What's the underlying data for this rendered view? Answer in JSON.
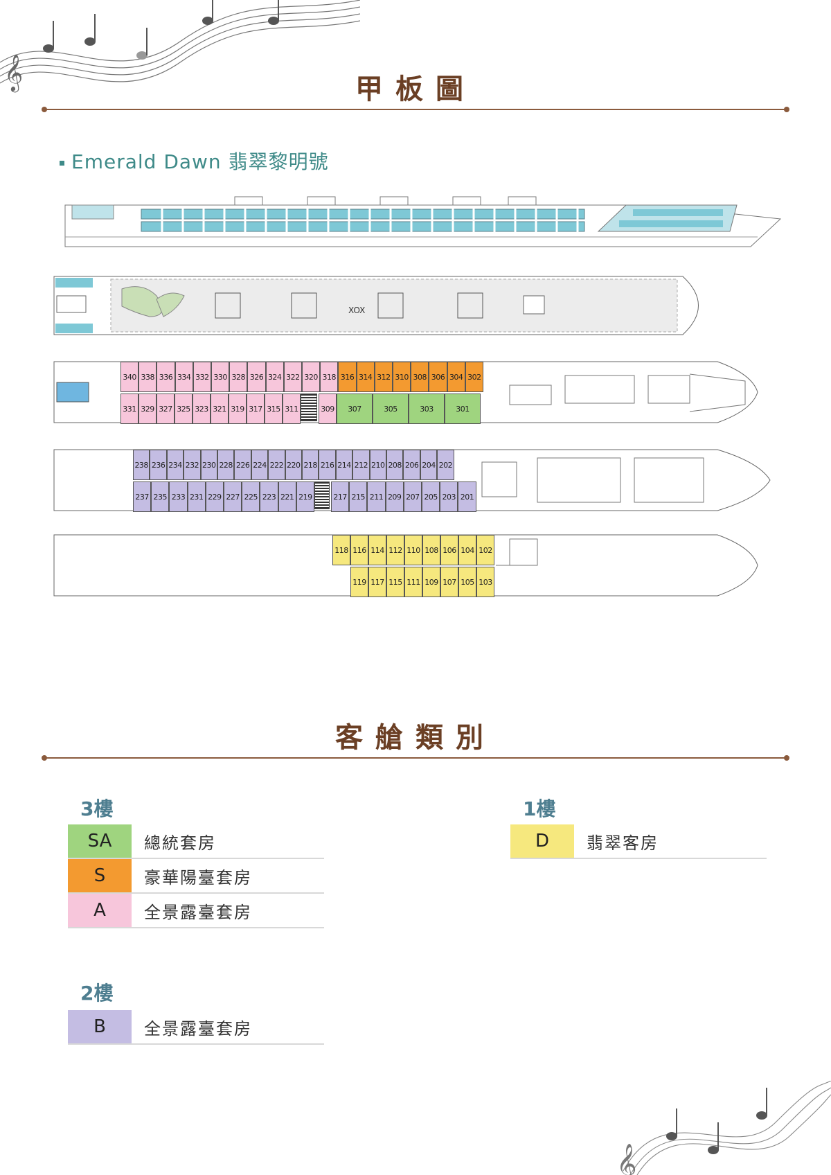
{
  "deck_plan": {
    "title": "甲板圖",
    "ship_name": "Emerald Dawn 翡翠黎明號"
  },
  "colors": {
    "brown": "#6b3f24",
    "teal": "#3e8a88",
    "A": "#f7c6db",
    "S": "#f39a30",
    "SA": "#9fd47f",
    "B": "#c4bde3",
    "D": "#f6e87e"
  },
  "deck3": {
    "top_row": [
      {
        "n": "340",
        "t": "A"
      },
      {
        "n": "338",
        "t": "A"
      },
      {
        "n": "336",
        "t": "A"
      },
      {
        "n": "334",
        "t": "A"
      },
      {
        "n": "332",
        "t": "A"
      },
      {
        "n": "330",
        "t": "A"
      },
      {
        "n": "328",
        "t": "A"
      },
      {
        "n": "326",
        "t": "A"
      },
      {
        "n": "324",
        "t": "A"
      },
      {
        "n": "322",
        "t": "A"
      },
      {
        "n": "320",
        "t": "A"
      },
      {
        "n": "318",
        "t": "A"
      },
      {
        "n": "316",
        "t": "S"
      },
      {
        "n": "314",
        "t": "S"
      },
      {
        "n": "312",
        "t": "S"
      },
      {
        "n": "310",
        "t": "S"
      },
      {
        "n": "308",
        "t": "S"
      },
      {
        "n": "306",
        "t": "S"
      },
      {
        "n": "304",
        "t": "S"
      },
      {
        "n": "302",
        "t": "S"
      }
    ],
    "bottom_row": [
      {
        "n": "331",
        "t": "A"
      },
      {
        "n": "329",
        "t": "A"
      },
      {
        "n": "327",
        "t": "A"
      },
      {
        "n": "325",
        "t": "A"
      },
      {
        "n": "323",
        "t": "A"
      },
      {
        "n": "321",
        "t": "A"
      },
      {
        "n": "319",
        "t": "A"
      },
      {
        "n": "317",
        "t": "A"
      },
      {
        "n": "315",
        "t": "A"
      },
      {
        "n": "311",
        "t": "A"
      },
      {
        "n": "309",
        "t": "A"
      },
      {
        "n": "307",
        "t": "SA"
      },
      {
        "n": "305",
        "t": "SA"
      },
      {
        "n": "303",
        "t": "SA"
      },
      {
        "n": "301",
        "t": "SA"
      }
    ]
  },
  "deck2": {
    "top_row": [
      "238",
      "236",
      "234",
      "232",
      "230",
      "228",
      "226",
      "224",
      "222",
      "220",
      "218",
      "216",
      "214",
      "212",
      "210",
      "208",
      "206",
      "204",
      "202"
    ],
    "bottom_row_left": [
      "237",
      "235",
      "233",
      "231",
      "229",
      "227",
      "225",
      "223",
      "221",
      "219"
    ],
    "bottom_row_right": [
      "217",
      "215",
      "211",
      "209",
      "207",
      "205",
      "203",
      "201"
    ]
  },
  "deck1": {
    "top_row": [
      "118",
      "116",
      "114",
      "112",
      "110",
      "108",
      "106",
      "104",
      "102"
    ],
    "bottom_row": [
      "119",
      "117",
      "115",
      "111",
      "109",
      "107",
      "105",
      "103"
    ]
  },
  "cabin_types": {
    "title": "客艙類別",
    "floor3": {
      "label": "3樓",
      "rows": [
        {
          "code": "SA",
          "name": "總統套房",
          "color": "#9fd47f"
        },
        {
          "code": "S",
          "name": "豪華陽臺套房",
          "color": "#f39a30"
        },
        {
          "code": "A",
          "name": "全景露臺套房",
          "color": "#f7c6db"
        }
      ]
    },
    "floor2": {
      "label": "2樓",
      "rows": [
        {
          "code": "B",
          "name": "全景露臺套房",
          "color": "#c4bde3"
        }
      ]
    },
    "floor1": {
      "label": "1樓",
      "rows": [
        {
          "code": "D",
          "name": "翡翠客房",
          "color": "#f6e87e"
        }
      ]
    }
  }
}
